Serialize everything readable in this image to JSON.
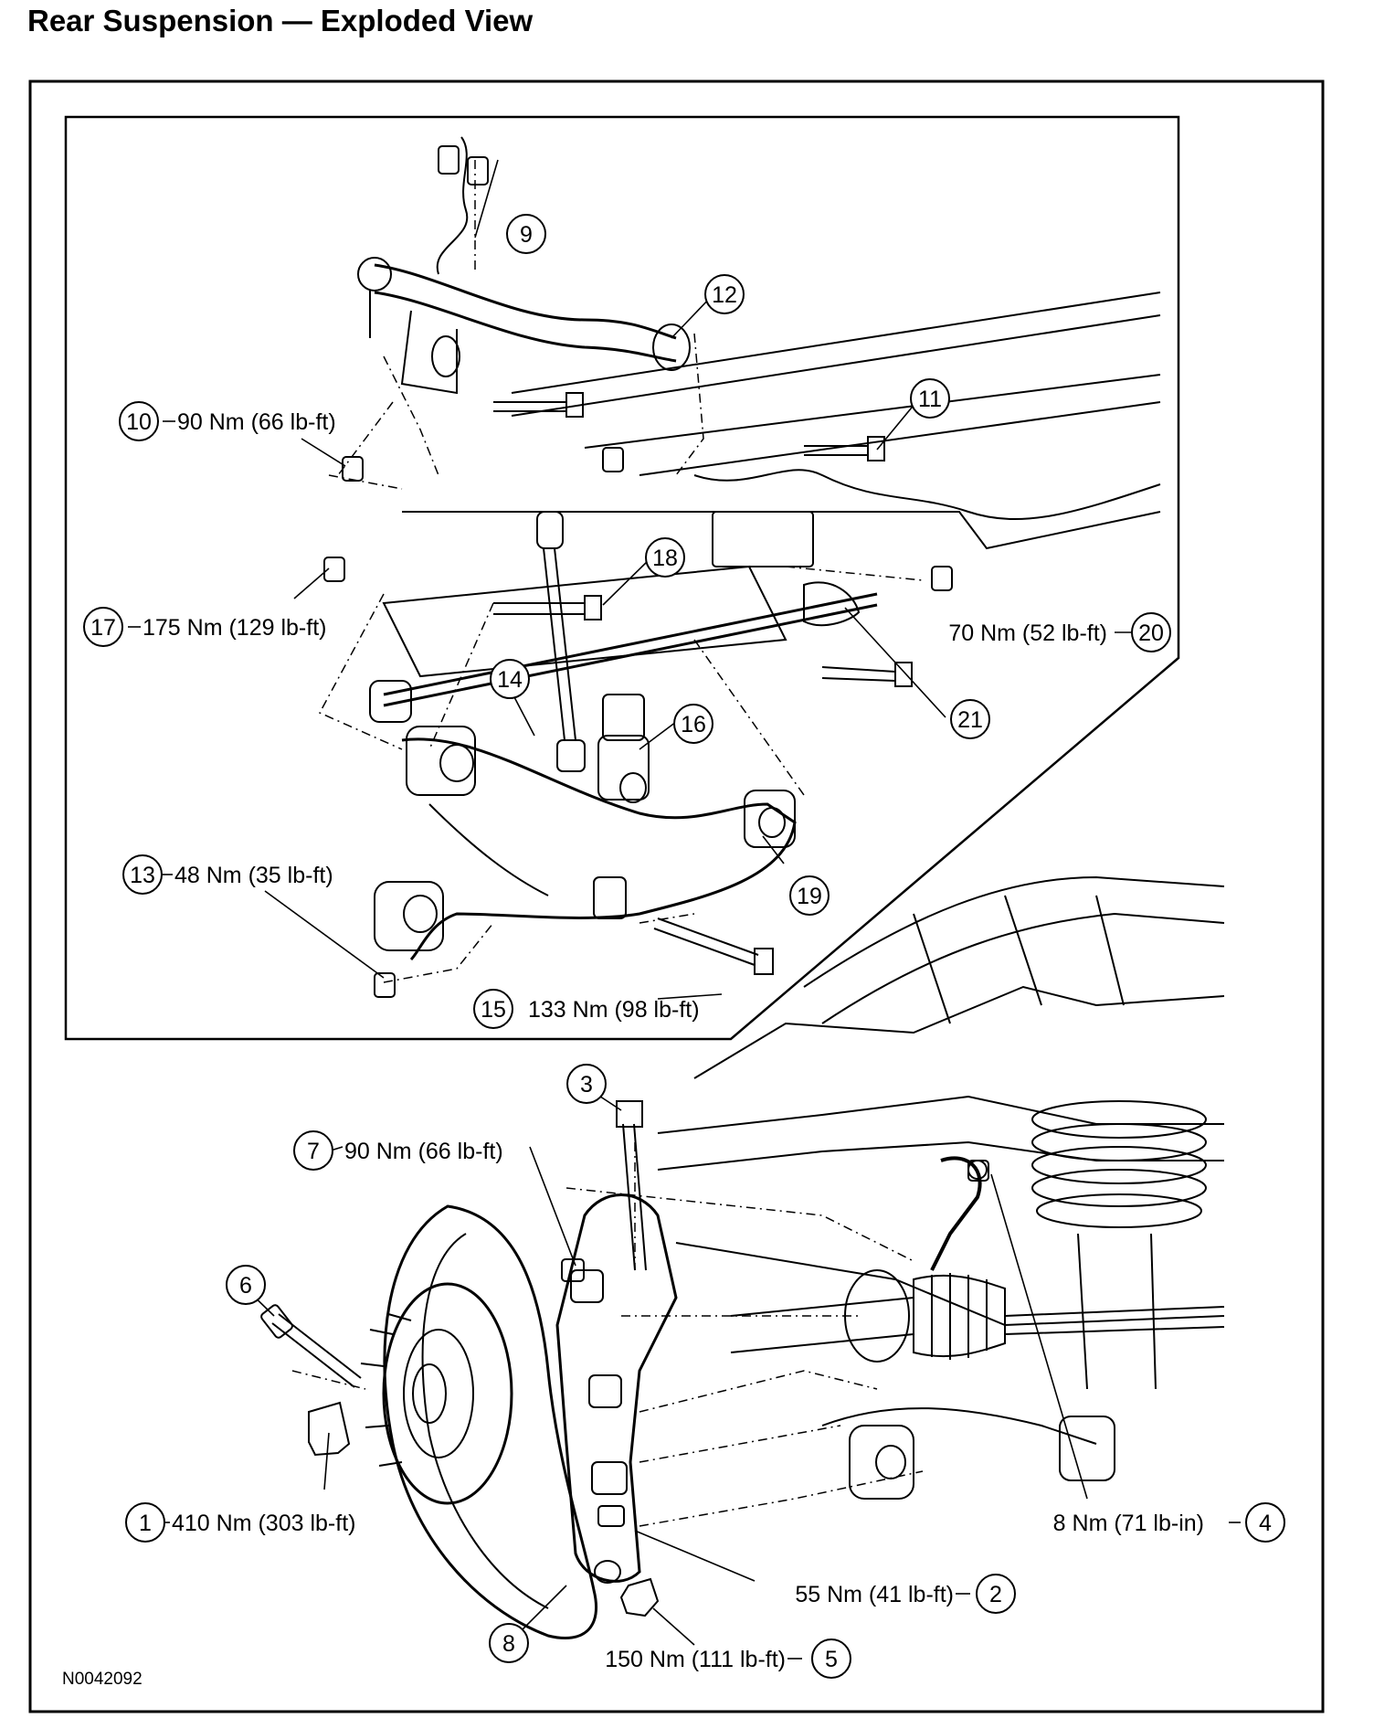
{
  "title": "Rear Suspension — Exploded View",
  "drawing_id": "N0042092",
  "callouts": [
    {
      "num": "1",
      "torque": "410 Nm (303 lb-ft)"
    },
    {
      "num": "2",
      "torque": "55 Nm (41 lb-ft)"
    },
    {
      "num": "3",
      "torque": ""
    },
    {
      "num": "4",
      "torque": "8 Nm (71 lb-in)"
    },
    {
      "num": "5",
      "torque": "150 Nm (111 lb-ft)"
    },
    {
      "num": "6",
      "torque": ""
    },
    {
      "num": "7",
      "torque": "90 Nm (66 lb-ft)"
    },
    {
      "num": "8",
      "torque": ""
    },
    {
      "num": "9",
      "torque": ""
    },
    {
      "num": "10",
      "torque": "90 Nm (66 lb-ft)"
    },
    {
      "num": "11",
      "torque": ""
    },
    {
      "num": "12",
      "torque": ""
    },
    {
      "num": "13",
      "torque": "48 Nm (35 lb-ft)"
    },
    {
      "num": "14",
      "torque": ""
    },
    {
      "num": "15",
      "torque": "133 Nm (98 lb-ft)"
    },
    {
      "num": "16",
      "torque": ""
    },
    {
      "num": "17",
      "torque": "175 Nm (129 lb-ft)"
    },
    {
      "num": "18",
      "torque": ""
    },
    {
      "num": "19",
      "torque": ""
    },
    {
      "num": "20",
      "torque": "70 Nm (52 lb-ft)"
    },
    {
      "num": "21",
      "torque": ""
    }
  ]
}
